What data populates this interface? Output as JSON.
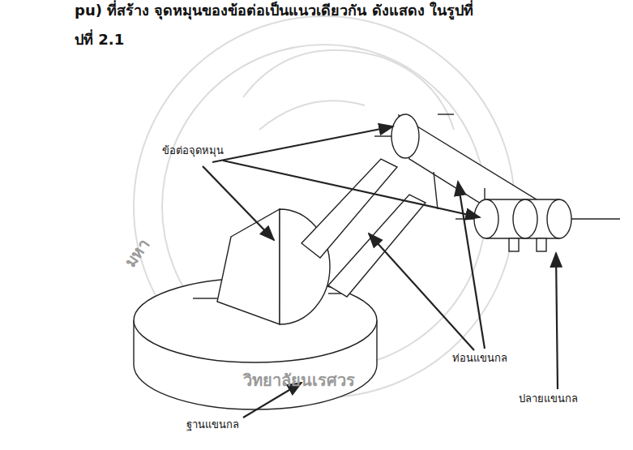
{
  "diagram": {
    "labels": [
      "pu) ที่สร้าง จุดหมุนของข้อต่อเป็นแนวเดียวกัน ดังแสดง ในรูปที่",
      "ปที่ 2.1",
      "ข้อต่อจุดหมุน",
      "ท่อนแขนกล",
      "ปลายแขนกล",
      "ฐานแขนกล",
      "มหา",
      "วิทยาลัยนเรศวร"
    ]
  }
}
